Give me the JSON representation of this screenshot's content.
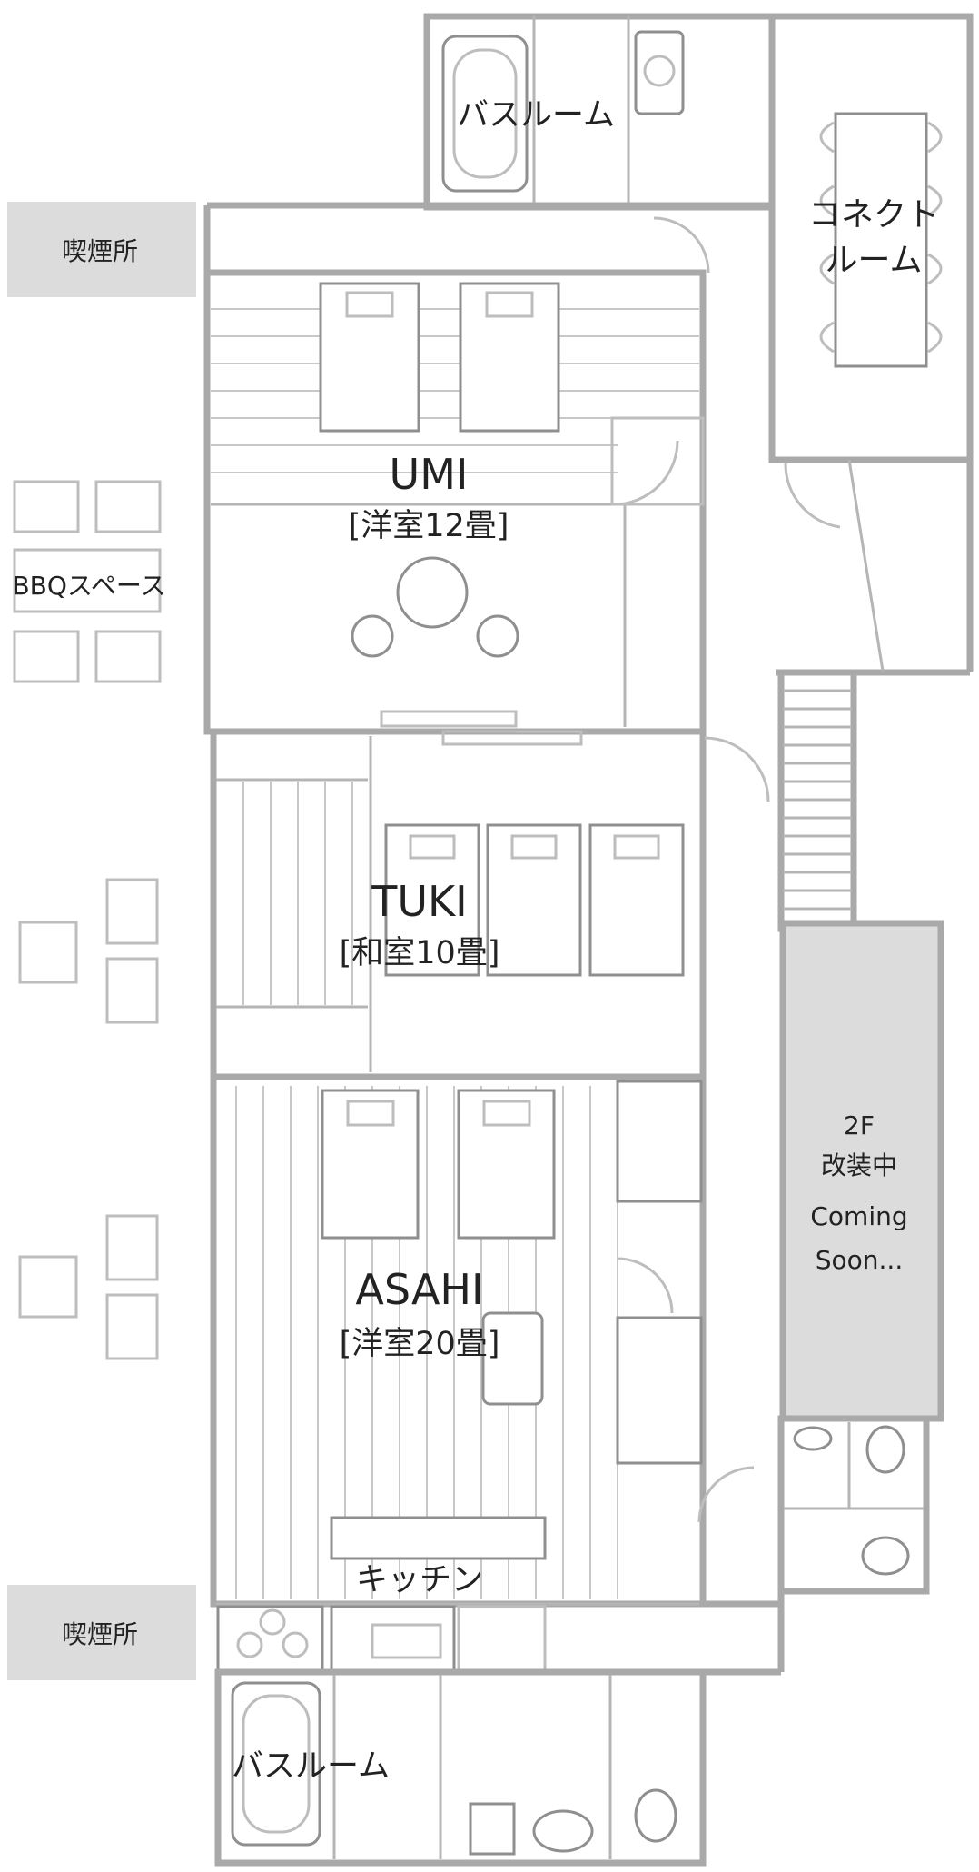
{
  "rooms": {
    "umi": {
      "name": "UMI",
      "detail": "[洋室12畳]"
    },
    "tuki": {
      "name": "TUKI",
      "detail": "[和室10畳]"
    },
    "asahi": {
      "name": "ASAHI",
      "detail": "[洋室20畳]"
    }
  },
  "labels": {
    "bathroom_top": "バスルーム",
    "bathroom_bottom": "バスルーム",
    "connect_room_line1": "コネクト",
    "connect_room_line2": "ルーム",
    "smoking_top": "喫煙所",
    "smoking_bottom": "喫煙所",
    "bbq": "BBQスペース",
    "kitchen": "キッチン"
  },
  "second_floor": {
    "line1": "2F",
    "line2": "改装中",
    "line3": "Coming",
    "line4": "Soon..."
  },
  "colors": {
    "wall": "#a9a9a9",
    "shaded_area": "#dcdcdc",
    "text": "#222222"
  }
}
